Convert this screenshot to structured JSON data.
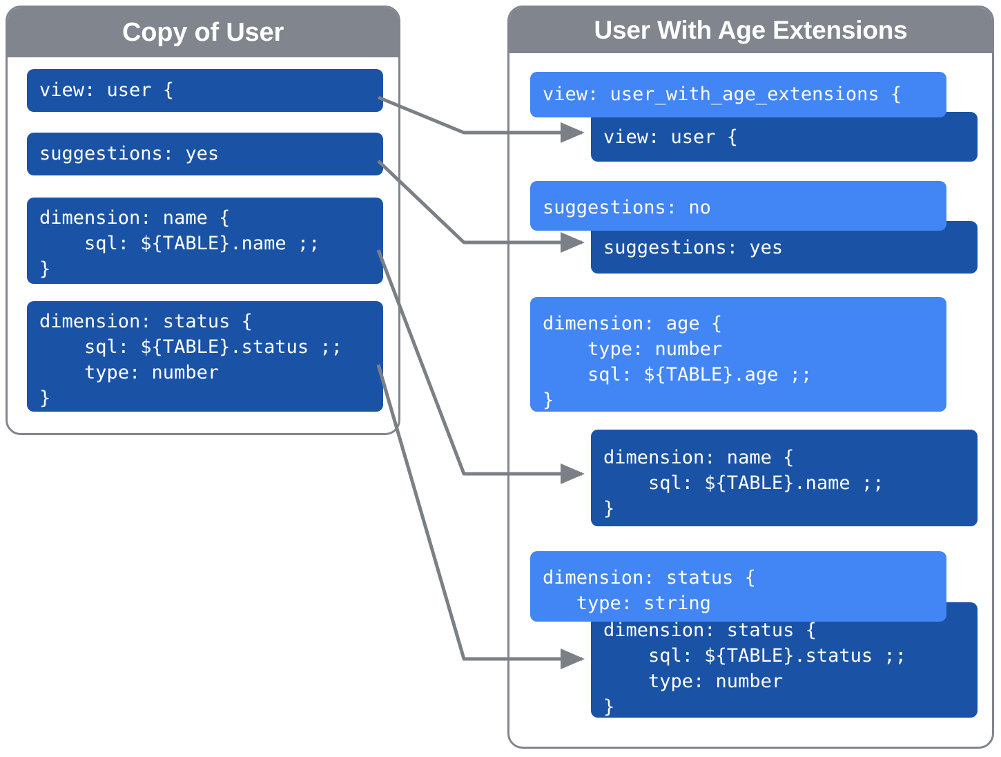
{
  "left_panel": {
    "title": "Copy of User",
    "blocks": [
      {
        "id": "view",
        "code": "view: user {"
      },
      {
        "id": "suggestions",
        "code": "suggestions: yes"
      },
      {
        "id": "dim_name",
        "code": "dimension: name {\n    sql: ${TABLE}.name ;;\n}"
      },
      {
        "id": "dim_status",
        "code": "dimension: status {\n    sql: ${TABLE}.status ;;\n    type: number\n}"
      }
    ]
  },
  "right_panel": {
    "title": "User With Age Extensions",
    "blocks": [
      {
        "id": "view_ext",
        "style": "light",
        "code": "view: user_with_age_extensions {"
      },
      {
        "id": "view_user",
        "style": "dark",
        "code": "view: user {"
      },
      {
        "id": "suggestions_no",
        "style": "light",
        "code": "suggestions: no"
      },
      {
        "id": "suggestions_yes",
        "style": "dark",
        "code": "suggestions: yes"
      },
      {
        "id": "dim_age",
        "style": "light",
        "code": "dimension: age {\n    type: number\n    sql: ${TABLE}.age ;;\n}"
      },
      {
        "id": "dim_name",
        "style": "dark",
        "code": "dimension: name {\n    sql: ${TABLE}.name ;;\n}"
      },
      {
        "id": "dim_status_l",
        "style": "light",
        "code": "dimension: status {\n   type: string"
      },
      {
        "id": "dim_status_d",
        "style": "dark",
        "code": "dimension: status {\n    sql: ${TABLE}.status ;;\n    type: number\n}"
      }
    ]
  },
  "connections": [
    {
      "id": "view-to-view",
      "from": "left.view",
      "to": "right.view_user"
    },
    {
      "id": "suggestions-to-suggestions",
      "from": "left.suggestions",
      "to": "right.suggestions_yes"
    },
    {
      "id": "dim-name-to-dim-name",
      "from": "left.dim_name",
      "to": "right.dim_name"
    },
    {
      "id": "dim-status-to-dim-status",
      "from": "left.dim_status",
      "to": "right.dim_status_d"
    }
  ],
  "colors": {
    "header_gray": "#80858E",
    "code_dark_blue": "#1A53A6",
    "code_light_blue": "#4285F4",
    "connector_gray": "#7B8086",
    "panel_background": "#FFFFFF"
  }
}
